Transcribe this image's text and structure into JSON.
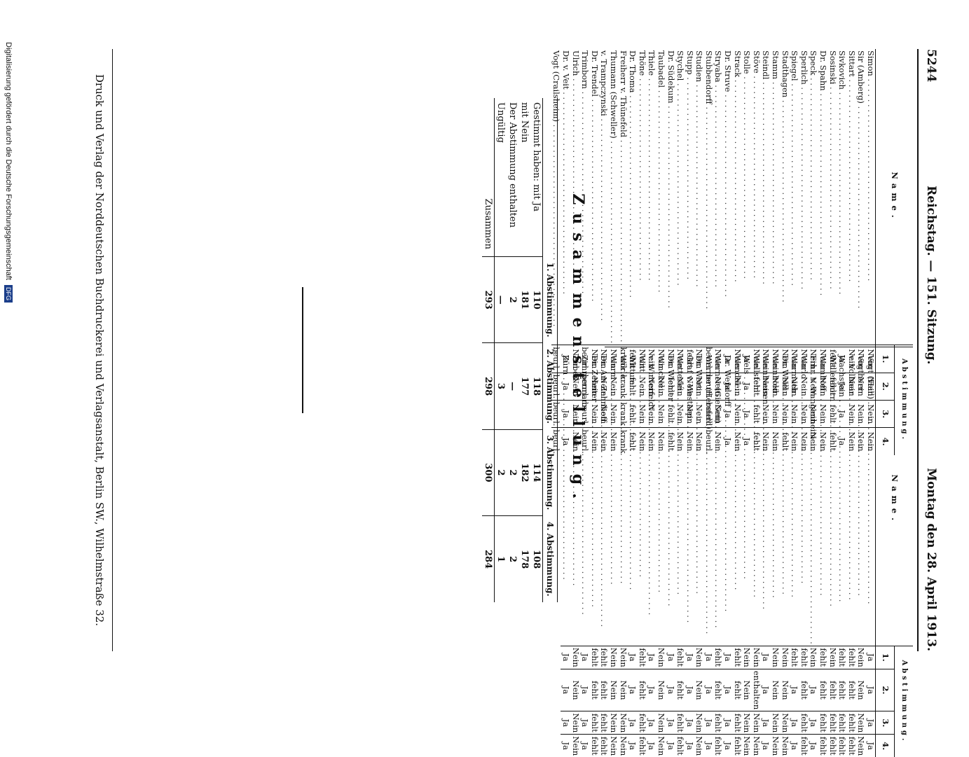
{
  "header": {
    "page_number": "5244",
    "center": "Reichstag. — 151. Sitzung.",
    "right": "Montag den 28. April 1913."
  },
  "table_headers": {
    "name": "Name.",
    "abstimmung": "Abstimmung.",
    "cols": [
      "1.",
      "2.",
      "3.",
      "4."
    ]
  },
  "left_rows": [
    {
      "name": "Simon",
      "v": [
        "Nein",
        "Nein",
        "Nein",
        "Nein"
      ]
    },
    {
      "name": "Sir (Amberg)",
      "v": [
        "Nein",
        "Nein",
        "Nein",
        "Nein"
      ]
    },
    {
      "name": "Sittart",
      "v": [
        "Nein",
        "Nein",
        "Nein",
        "Nein"
      ]
    },
    {
      "name": "Sivkovich",
      "v": [
        "Ja",
        "Ja",
        "Ja",
        "Ja"
      ]
    },
    {
      "name": "Sosinski",
      "v": [
        "fehlt",
        "fehlt",
        "fehlt",
        "fehlt"
      ]
    },
    {
      "name": "Dr. Spahn",
      "v": [
        "Nein",
        "Nein",
        "Nein",
        "Nein"
      ]
    },
    {
      "name": "Speck",
      "v": [
        "Nein",
        "Nein",
        "Nein",
        "Nein"
      ]
    },
    {
      "name": "Sperlich",
      "v": [
        "Nein",
        "Nein",
        "Nein",
        "Nein"
      ]
    },
    {
      "name": "Spiegel",
      "v": [
        "Nein",
        "Nein",
        "Nein",
        "Nein"
      ]
    },
    {
      "name": "Stadthagen",
      "v": [
        "Nein",
        "Nein",
        "Nein",
        "fehlt"
      ]
    },
    {
      "name": "Stamm",
      "v": [
        "Nein",
        "Nein",
        "Nein",
        "Nein"
      ]
    },
    {
      "name": "Steindl",
      "v": [
        "Nein",
        "Nein",
        "Nein",
        "Nein"
      ]
    },
    {
      "name": "Stöve",
      "v": [
        "Nein",
        "fehlt",
        "fehlt",
        "fehlt"
      ]
    },
    {
      "name": "Stolle",
      "v": [
        "Ja",
        "Ja",
        "Ja",
        "Ja"
      ]
    },
    {
      "name": "Strack",
      "v": [
        "Nein",
        "Nein",
        "Nein",
        "Nein"
      ]
    },
    {
      "name": "Dr. Struve",
      "v": [
        "Ja",
        "Ja",
        "Ja",
        "Ja"
      ]
    },
    {
      "name": "Stryaba",
      "v": [
        "Nein",
        "Nein",
        "Nein",
        "Nein"
      ]
    },
    {
      "name": "Stubbendorff",
      "v": [
        "beurl.",
        "beurl.",
        "beurl.",
        "beurl."
      ]
    },
    {
      "name": "Studien",
      "v": [
        "Nein",
        "Nein",
        "Nein",
        "Nein"
      ]
    },
    {
      "name": "Stupp",
      "v": [
        "fehlt",
        "Nein",
        "Nein",
        "Nein"
      ]
    },
    {
      "name": "Stychel",
      "v": [
        "Nein",
        "Nein",
        "Nein",
        "Nein"
      ]
    },
    {
      "name": "Dr. Südekum",
      "v": [
        "Nein",
        "fehlt",
        "fehlt",
        "fehlt"
      ]
    },
    {
      "name": "",
      "v": [
        "",
        "",
        "",
        ""
      ]
    },
    {
      "name": "Taubadel",
      "v": [
        "Nein",
        "Nein",
        "Nein",
        "Nein"
      ]
    },
    {
      "name": "Thiele",
      "v": [
        "Nein",
        "Nein",
        "Nein",
        "Nein"
      ]
    },
    {
      "name": "Thöne",
      "v": [
        "Nein",
        "Nein",
        "Nein",
        "Nein"
      ]
    },
    {
      "name": "Dr. Thoma",
      "v": [
        "fehlt",
        "fehlt",
        "fehlt",
        "fehlt"
      ]
    },
    {
      "name": "Freiherr v. Thünefeld",
      "v": [
        "krank",
        "krank",
        "krank",
        "krank"
      ]
    },
    {
      "name": "Thumann (Schweller)",
      "v": [
        "Nein",
        "Nein",
        "Nein",
        "Nein"
      ]
    },
    {
      "name": "v. Trampczynski",
      "v": [
        "Nein",
        "Nein",
        "Nein",
        "Nein"
      ]
    },
    {
      "name": "Dr. Trendel",
      "v": [
        "Nein",
        "Nein",
        "Nein",
        "Nein"
      ]
    },
    {
      "name": "Trimborn",
      "v": [
        "beurl.",
        "beurl.",
        "beurl.",
        "beurl."
      ]
    },
    {
      "name": "",
      "v": [
        "",
        "",
        "",
        ""
      ]
    },
    {
      "name": "Ulrich",
      "v": [
        "Nein",
        "Nein",
        "Nein",
        "Nein"
      ]
    },
    {
      "name": "",
      "v": [
        "",
        "",
        "",
        ""
      ]
    },
    {
      "name": "Dr. v. Veit",
      "v": [
        "Ja",
        "Ja",
        "Ja",
        "Ja"
      ]
    },
    {
      "name": "Vogt (Crailsheim)",
      "v": [
        "beurl.",
        "beurl.",
        "beurl.",
        "beurl."
      ]
    }
  ],
  "right_rows": [
    {
      "name": "Vogt (Hall)",
      "v": [
        "Ja",
        "Ja",
        "Ja",
        "Ja"
      ]
    },
    {
      "name": "Vogtherr",
      "v": [
        "Nein",
        "Nein",
        "Nein",
        "Nein"
      ]
    },
    {
      "name": "v. Vollmar",
      "v": [
        "fehlt",
        "fehlt",
        "fehlt",
        "fehlt"
      ]
    },
    {
      "name": "",
      "v": [
        "",
        "",
        "",
        ""
      ]
    },
    {
      "name": "Wachstein",
      "v": [
        "fehlt",
        "fehlt",
        "fehlt",
        "fehlt"
      ]
    },
    {
      "name": "Wallenborn",
      "v": [
        "Nein",
        "fehlt",
        "fehlt",
        "fehlt"
      ]
    },
    {
      "name": "Wamhoff",
      "v": [
        "fehlt",
        "fehlt",
        "fehlt",
        "fehlt"
      ]
    },
    {
      "name": "Frhr. v. Wangenheim",
      "v": [
        "Nein",
        "Ja",
        "Ja",
        "Ja"
      ]
    },
    {
      "name": "Warlo",
      "v": [
        "fehlt",
        "fehlt",
        "fehlt",
        "fehlt"
      ]
    },
    {
      "name": "Warmuth",
      "v": [
        "fehlt",
        "Ja",
        "Ja",
        "Ja"
      ]
    },
    {
      "name": "Dr. Weill",
      "v": [
        "Nein",
        "Nein",
        "Nein",
        "Nein"
      ]
    },
    {
      "name": "Weinhold",
      "v": [
        "Nein",
        "Nein",
        "Nein",
        "Nein"
      ]
    },
    {
      "name": "Weinhausen",
      "v": [
        "Ja",
        "Ja",
        "Ja",
        "Ja"
      ]
    },
    {
      "name": "Wellstein",
      "v": [
        "Nein",
        "enthalten",
        "Nein",
        "Nein"
      ]
    },
    {
      "name": "Wels",
      "v": [
        "Nein",
        "Nein",
        "Nein",
        "Nein"
      ]
    },
    {
      "name": "Wendel",
      "v": [
        "fehlt",
        "fehlt",
        "fehlt",
        "fehlt"
      ]
    },
    {
      "name": "Dr. Wendorff",
      "v": [
        "Ja",
        "Ja",
        "Ja",
        "Ja"
      ]
    },
    {
      "name": "Werner (Gießen)",
      "v": [
        "fehlt",
        "fehlt",
        "fehlt",
        "fehlt"
      ]
    },
    {
      "name": "Werner (Hersfeld)",
      "v": [
        "Ja",
        "Ja",
        "Ja",
        "Ja"
      ]
    },
    {
      "name": "Dr. Wert",
      "v": [
        "Nein",
        "Nein",
        "Nein",
        "Nein"
      ]
    },
    {
      "name": "Graf v. Westarp",
      "v": [
        "Ja",
        "Ja",
        "Ja",
        "Ja"
      ]
    },
    {
      "name": "Wetterlé",
      "v": [
        "fehlt",
        "fehlt",
        "fehlt",
        "fehlt"
      ]
    },
    {
      "name": "Dr. Wiemer",
      "v": [
        "Ja",
        "Ja",
        "Ja",
        "Ja"
      ]
    },
    {
      "name": "Winckel",
      "v": [
        "Nein",
        "Nein",
        "Nein",
        "Nein"
      ]
    },
    {
      "name": "v. Winterfeldt",
      "v": [
        "Ja",
        "Ja",
        "Ja",
        "Ja"
      ]
    },
    {
      "name": "Witt",
      "v": [
        "fehlt",
        "fehlt",
        "fehlt",
        "fehlt"
      ]
    },
    {
      "name": "Wittum",
      "v": [
        "Ja",
        "Ja",
        "Ja",
        "Ja"
      ]
    },
    {
      "name": "Wörle",
      "v": [
        "Nein",
        "Nein",
        "Nein",
        "Nein"
      ]
    },
    {
      "name": "Wurm",
      "v": [
        "Nein",
        "Nein",
        "Nein",
        "Nein"
      ]
    },
    {
      "name": "",
      "v": [
        "",
        "",
        "",
        ""
      ]
    },
    {
      "name": "Dr. Am Zehnhoff",
      "v": [
        "fehlt",
        "fehlt",
        "fehlt",
        "fehlt"
      ]
    },
    {
      "name": "Dr. Zehnter",
      "v": [
        "fehlt",
        "fehlt",
        "fehlt",
        "fehlt"
      ]
    },
    {
      "name": "Zimmermann",
      "v": [
        "Ja",
        "Ja",
        "Ja",
        "Ja"
      ]
    },
    {
      "name": "Zubeil",
      "v": [
        "Nein",
        "Nein",
        "Nein",
        "Nein"
      ]
    },
    {
      "name": "Zürn",
      "v": [
        "Ja",
        "Ja",
        "Ja",
        "Ja"
      ]
    }
  ],
  "summary": {
    "title": "Zusammenstellung.",
    "col_headers": [
      "1. Abstimmung.",
      "2. Abstimmung.",
      "3. Abstimmung.",
      "4. Abstimmung."
    ],
    "rows": [
      {
        "label": "Gestimmt haben: mit Ja",
        "values": [
          "110",
          "118",
          "114",
          "108"
        ]
      },
      {
        "label": "mit Nein",
        "values": [
          "181",
          "177",
          "182",
          "178"
        ]
      },
      {
        "label": "Der Abstimmung enthalten",
        "values": [
          "2",
          "—",
          "2",
          "2"
        ]
      },
      {
        "label": "Ungültig",
        "values": [
          "—",
          "3",
          "2",
          "1"
        ]
      }
    ],
    "total": {
      "label": "Zusammen",
      "values": [
        "293",
        "298",
        "300",
        "284"
      ]
    }
  },
  "imprint": "Druck und Verlag der Norddeutschen Buchdruckerei und Verlagsanstalt, Berlin SW., Wilhelmstraße 32.",
  "digitization_note": "Digitalisierung gefördert durch die Deutsche Forschungsgemeinschaft",
  "dfg_logo": "DFG"
}
